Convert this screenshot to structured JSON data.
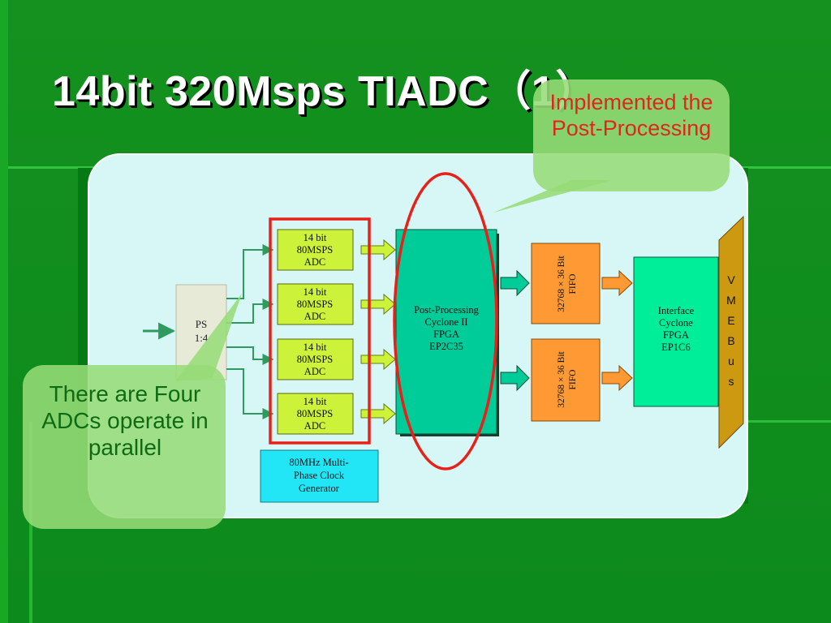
{
  "slide": {
    "title": "14bit 320Msps TIADC（1）",
    "colors": {
      "background": "#0c8a1b",
      "panel": "#d6f7f6",
      "adc_box": "#ccf23a",
      "fpga_box": "#00cc99",
      "fifo_box": "#ff9933",
      "interface_box": "#00ee99",
      "clock_box": "#22e5f5",
      "vme_bus": "#cc9911",
      "highlight": "#e8201a"
    }
  },
  "callouts": {
    "implemented": "Implemented the Post-Processing",
    "parallel": "There are Four ADCs operate in parallel"
  },
  "diagram": {
    "ps": {
      "line1": "PS",
      "line2": "1:4"
    },
    "adcs": [
      {
        "line1": "14 bit",
        "line2": "80MSPS",
        "line3": "ADC"
      },
      {
        "line1": "14 bit",
        "line2": "80MSPS",
        "line3": "ADC"
      },
      {
        "line1": "14 bit",
        "line2": "80MSPS",
        "line3": "ADC"
      },
      {
        "line1": "14 bit",
        "line2": "80MSPS",
        "line3": "ADC"
      }
    ],
    "post_processing": [
      "Post-Processing",
      "Cyclone II",
      "FPGA",
      "EP2C35"
    ],
    "fifos": [
      {
        "line1": "32768 × 36 Bit",
        "line2": "FIFO"
      },
      {
        "line1": "32768 × 36 Bit",
        "line2": "FIFO"
      }
    ],
    "interface": [
      "Interface",
      "Cyclone",
      "FPGA",
      "EP1C6"
    ],
    "vme_bus": [
      "V",
      "M",
      "E",
      "B",
      "u",
      "s"
    ],
    "clock": [
      "80MHz Multi-",
      "Phase Clock",
      "Generator"
    ]
  }
}
